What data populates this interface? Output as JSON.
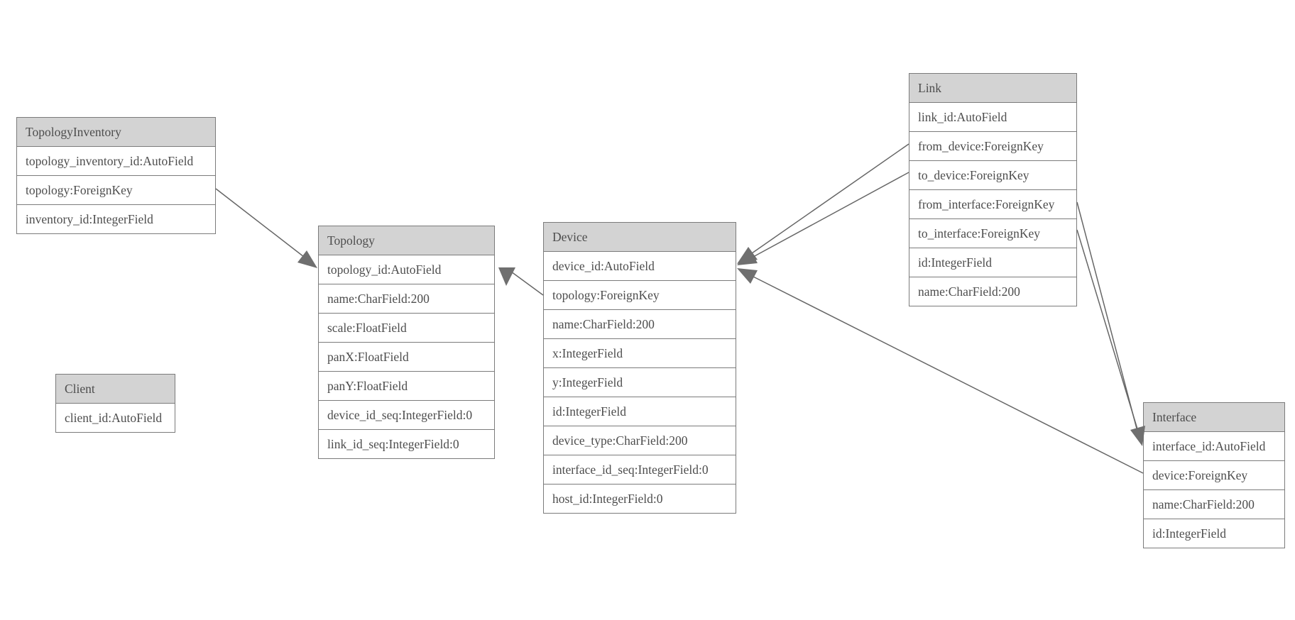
{
  "diagram": {
    "type": "entity-relationship-schema",
    "colors": {
      "background": "#ffffff",
      "header_fill": "#d3d3d3",
      "table_border": "#7b7b7b",
      "text": "#4d4d4d",
      "edge_line": "#666666",
      "arrowhead": "#6f6f6f"
    },
    "tables": [
      {
        "name": "TopologyInventory",
        "fields": [
          "topology_inventory_id:AutoField",
          "topology:ForeignKey",
          "inventory_id:IntegerField"
        ]
      },
      {
        "name": "Topology",
        "fields": [
          "topology_id:AutoField",
          "name:CharField:200",
          "scale:FloatField",
          "panX:FloatField",
          "panY:FloatField",
          "device_id_seq:IntegerField:0",
          "link_id_seq:IntegerField:0"
        ]
      },
      {
        "name": "Client",
        "fields": [
          "client_id:AutoField"
        ]
      },
      {
        "name": "Device",
        "fields": [
          "device_id:AutoField",
          "topology:ForeignKey",
          "name:CharField:200",
          "x:IntegerField",
          "y:IntegerField",
          "id:IntegerField",
          "device_type:CharField:200",
          "interface_id_seq:IntegerField:0",
          "host_id:IntegerField:0"
        ]
      },
      {
        "name": "Link",
        "fields": [
          "link_id:AutoField",
          "from_device:ForeignKey",
          "to_device:ForeignKey",
          "from_interface:ForeignKey",
          "to_interface:ForeignKey",
          "id:IntegerField",
          "name:CharField:200"
        ]
      },
      {
        "name": "Interface",
        "fields": [
          "interface_id:AutoField",
          "device:ForeignKey",
          "name:CharField:200",
          "id:IntegerField"
        ]
      }
    ],
    "relationships": [
      {
        "from": "TopologyInventory.topology",
        "to": "Topology.topology_id"
      },
      {
        "from": "Device.topology",
        "to": "Topology.topology_id"
      },
      {
        "from": "Link.from_device",
        "to": "Device.device_id"
      },
      {
        "from": "Link.to_device",
        "to": "Device.device_id"
      },
      {
        "from": "Link.from_interface",
        "to": "Interface.interface_id"
      },
      {
        "from": "Link.to_interface",
        "to": "Interface.interface_id"
      },
      {
        "from": "Interface.device",
        "to": "Device.device_id"
      }
    ]
  }
}
